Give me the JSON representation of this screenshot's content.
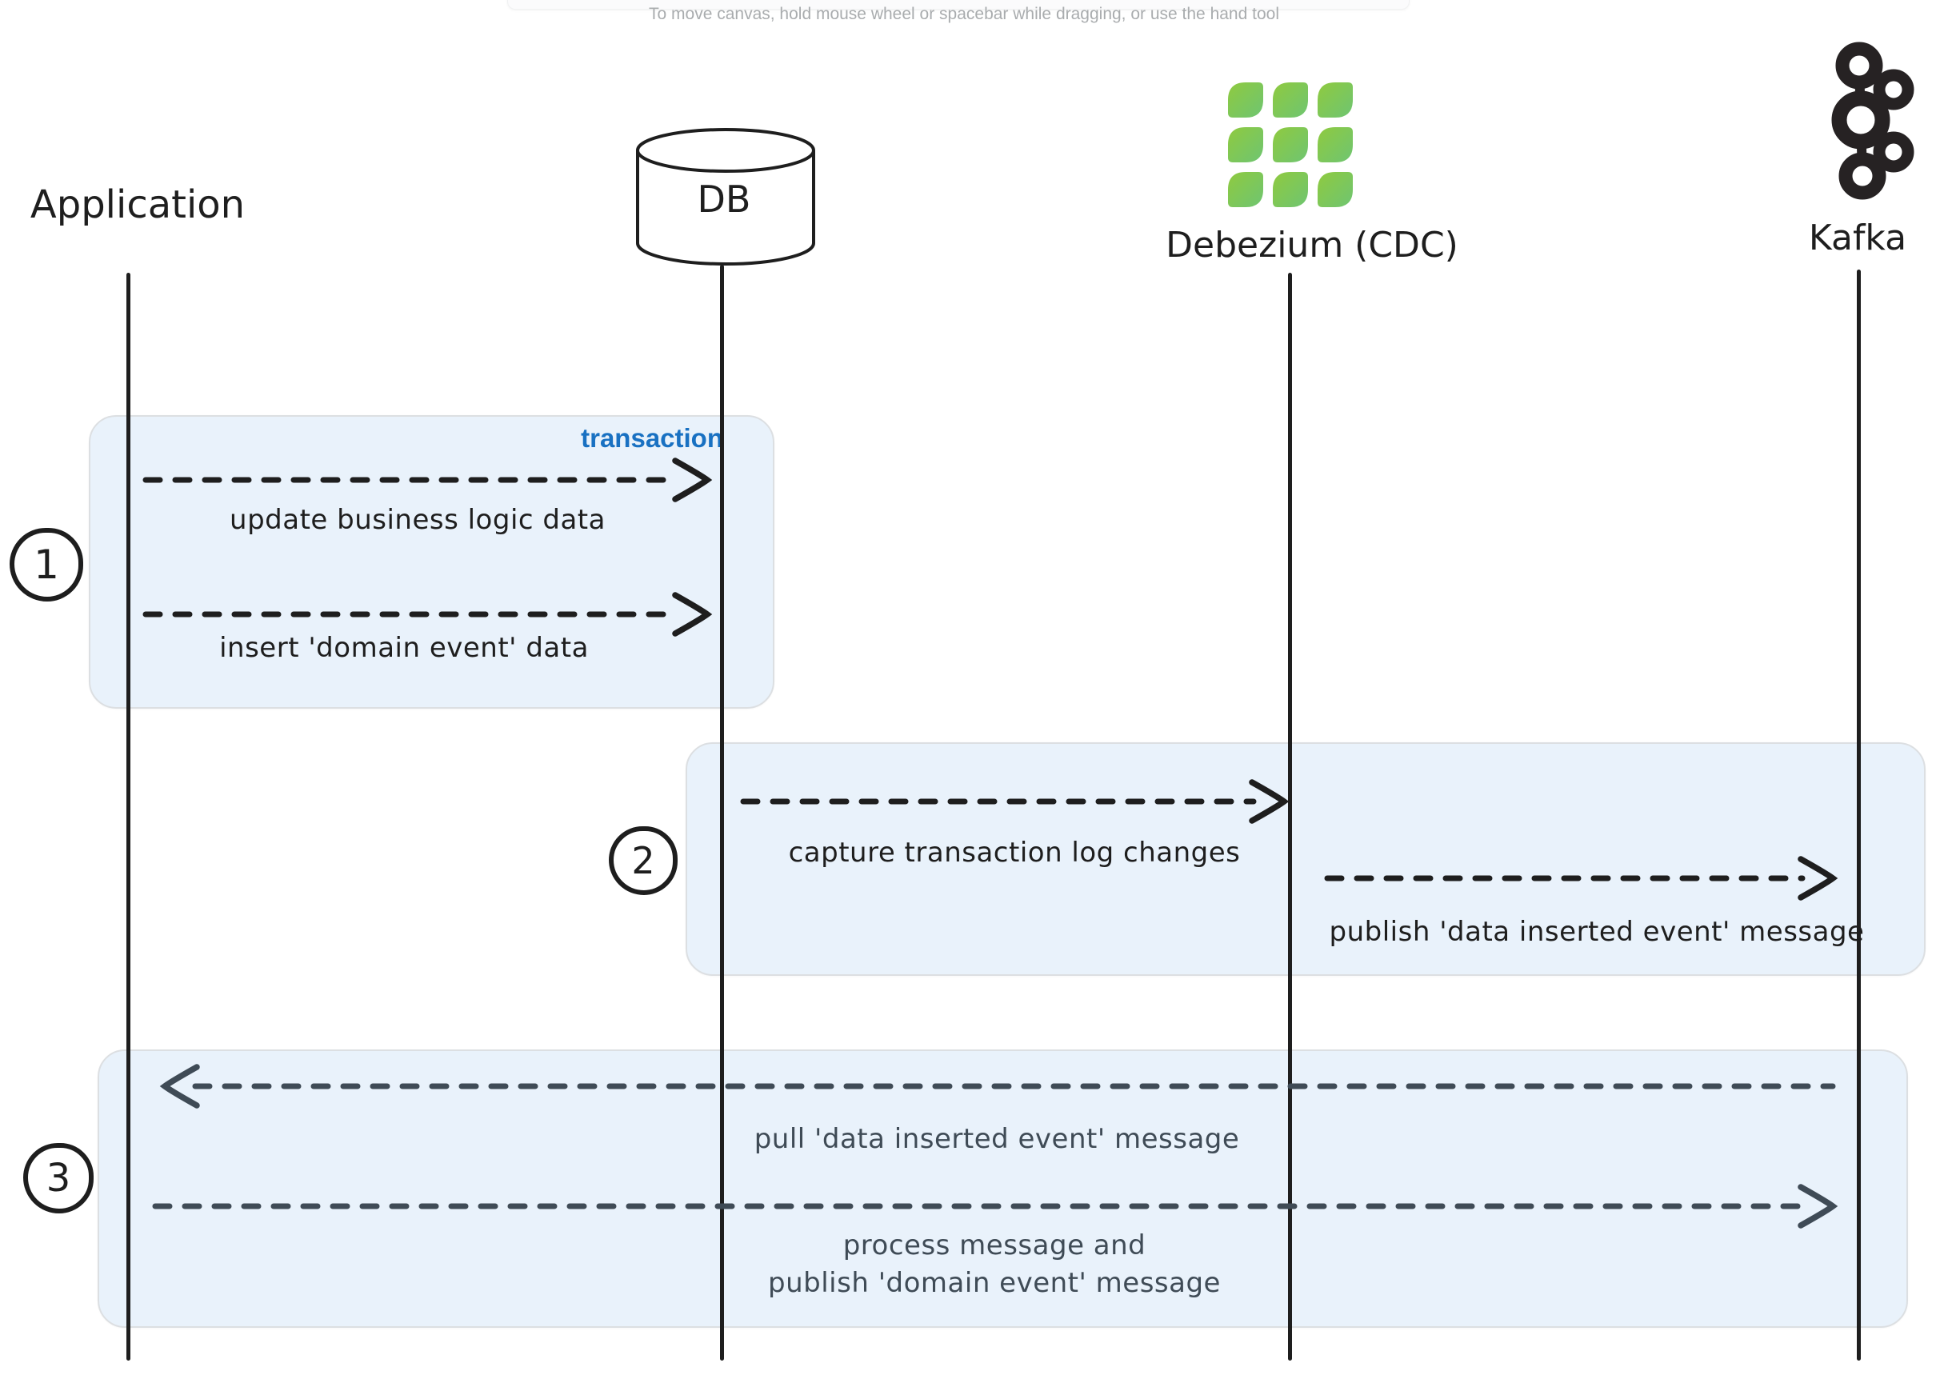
{
  "app": {
    "hint_text": "To move canvas, hold mouse wheel or spacebar while dragging, or use the hand tool"
  },
  "colors": {
    "background": "#ffffff",
    "stroke_black": "#1e1e1e",
    "stroke_slate": "#3f4b56",
    "frame_fill": "#e9f2fb",
    "frame_border": "#dcdfe2",
    "transaction_label_blue": "#1971c2",
    "hint_gray": "#a9acae",
    "debezium_gradient_start": "#8fca3f",
    "debezium_gradient_end": "#35b5e5"
  },
  "actors": [
    {
      "label": "Application",
      "icon": "none"
    },
    {
      "label": "DB",
      "icon": "database-cylinder"
    },
    {
      "label": "Debezium (CDC)",
      "icon": "debezium-logo"
    },
    {
      "label": "Kafka",
      "icon": "kafka-logo"
    }
  ],
  "steps": [
    {
      "number": "1",
      "frame_label": "transaction",
      "messages": [
        {
          "from": "Application",
          "to": "DB",
          "direction": "right",
          "text": "update business logic data"
        },
        {
          "from": "Application",
          "to": "DB",
          "direction": "right",
          "text": "insert 'domain event' data"
        }
      ]
    },
    {
      "number": "2",
      "messages": [
        {
          "from": "DB",
          "to": "Debezium (CDC)",
          "direction": "right",
          "text": "capture transaction log changes"
        },
        {
          "from": "Debezium (CDC)",
          "to": "Kafka",
          "direction": "right",
          "text": "publish 'data inserted event' message"
        }
      ]
    },
    {
      "number": "3",
      "messages": [
        {
          "from": "Kafka",
          "to": "Application",
          "direction": "left",
          "text": "pull 'data inserted event' message"
        },
        {
          "from": "Application",
          "to": "Kafka",
          "direction": "right",
          "text_line1": "process message and",
          "text_line2": "publish 'domain event' message"
        }
      ]
    }
  ]
}
